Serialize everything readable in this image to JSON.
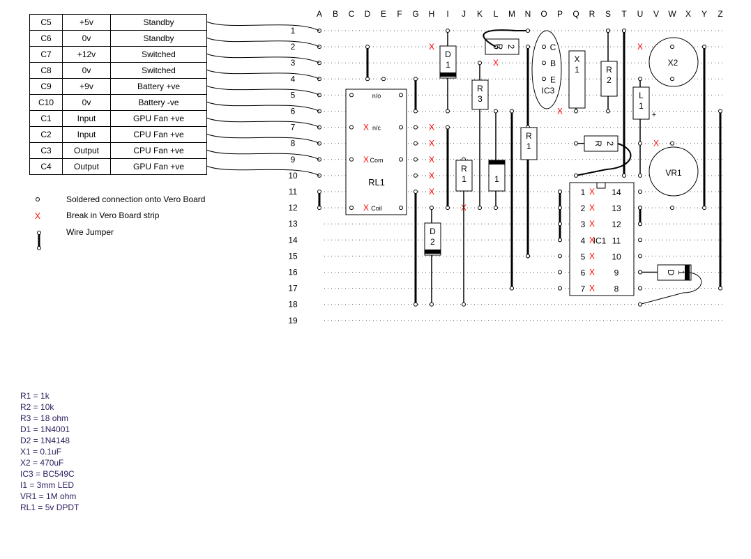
{
  "connector_table": [
    {
      "pin": "C5",
      "voltage": "+5v",
      "function": "Standby"
    },
    {
      "pin": "C6",
      "voltage": "0v",
      "function": "Standby"
    },
    {
      "pin": "C7",
      "voltage": "+12v",
      "function": "Switched"
    },
    {
      "pin": "C8",
      "voltage": "0v",
      "function": "Switched"
    },
    {
      "pin": "C9",
      "voltage": "+9v",
      "function": "Battery +ve"
    },
    {
      "pin": "C10",
      "voltage": "0v",
      "function": "Battery -ve"
    },
    {
      "pin": "C1",
      "voltage": "Input",
      "function": "GPU Fan +ve"
    },
    {
      "pin": "C2",
      "voltage": "Input",
      "function": "CPU Fan +ve"
    },
    {
      "pin": "C3",
      "voltage": "Output",
      "function": "CPU Fan +ve"
    },
    {
      "pin": "C4",
      "voltage": "Output",
      "function": "GPU Fan +ve"
    }
  ],
  "legend": {
    "solder": "Soldered connection onto Vero Board",
    "break": "Break in Vero Board strip",
    "jumper": "Wire Jumper"
  },
  "columns": [
    "A",
    "B",
    "C",
    "D",
    "E",
    "F",
    "G",
    "H",
    "I",
    "J",
    "K",
    "L",
    "M",
    "N",
    "O",
    "P",
    "Q",
    "R",
    "S",
    "T",
    "U",
    "V",
    "W",
    "X",
    "Y",
    "Z"
  ],
  "rows": [
    "1",
    "2",
    "3",
    "4",
    "5",
    "6",
    "7",
    "8",
    "9",
    "10",
    "11",
    "12",
    "13",
    "14",
    "15",
    "16",
    "17",
    "18",
    "19"
  ],
  "labels": {
    "rl1": "RL1",
    "rl1_no": "n/o",
    "rl1_nc": "n/c",
    "rl1_com": "Com",
    "rl1_coil": "Coil",
    "ic3": "IC3",
    "ic3_c": "C",
    "ic3_b": "B",
    "ic3_e": "E",
    "ic1": "IC1",
    "vr1": "VR1",
    "x2": "X2",
    "d1": "D",
    "d1b": "1",
    "d2": "D",
    "d2b": "2",
    "r": "R",
    "one": "1",
    "two": "2",
    "three": "3",
    "x": "X",
    "l": "L",
    "plus": "+",
    "break_mark": "X",
    "ic1_left_pins": [
      "1",
      "2",
      "3",
      "4",
      "5",
      "6",
      "7"
    ],
    "ic1_right_pins": [
      "14",
      "13",
      "12",
      "11",
      "10",
      "9",
      "8"
    ]
  },
  "parts_list": [
    "R1 = 1k",
    "R2 = 10k",
    "R3 = 18 ohm",
    "D1 = 1N4001",
    "D2 = 1N4148",
    "X1 = 0.1uF",
    "X2 = 470uF",
    "IC3 = BC549C",
    "I1 = 3mm LED",
    "VR1 = 1M ohm",
    "RL1 = 5v DPDT"
  ],
  "colors": {
    "break": "#ff0000",
    "text": "#000000",
    "parts_text": "#302060",
    "strip_dots": "#555555"
  }
}
